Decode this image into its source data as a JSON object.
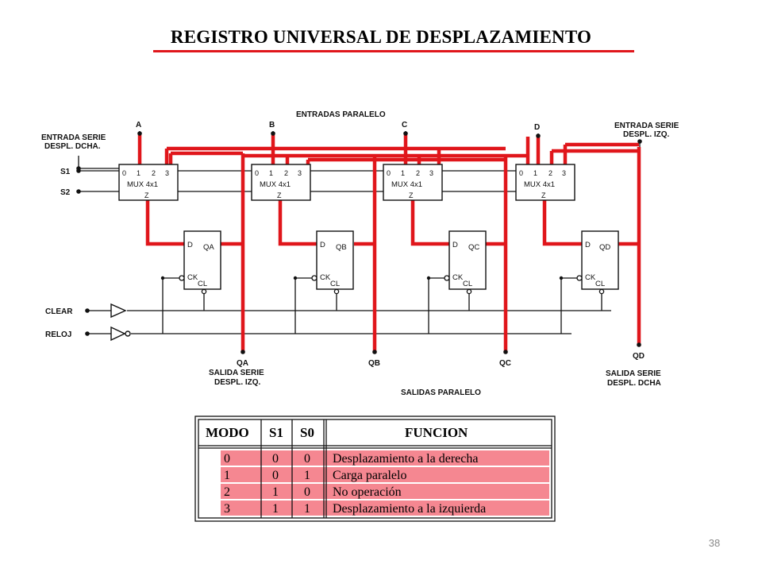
{
  "slide": {
    "title": "REGISTRO UNIVERSAL DE DESPLAZAMIENTO",
    "slide_number": "38",
    "accent_color": "#e0161b"
  },
  "diagram": {
    "parallel_inputs_label": "ENTRADAS PARALELO",
    "parallel_inputs": [
      "A",
      "B",
      "C",
      "D"
    ],
    "serial_right_label": [
      "ENTRADA SERIE",
      "DESPL. DCHA."
    ],
    "serial_left_label": [
      "ENTRADA SERIE",
      "DESPL. IZQ."
    ],
    "select_lines": [
      "S1",
      "S2"
    ],
    "mux": {
      "pins": [
        "0",
        "1",
        "2",
        "3"
      ],
      "name": "MUX 4x1",
      "output": "Z"
    },
    "flipflops": [
      {
        "d": "D",
        "q": "QA",
        "ck": "CK",
        "cl": "CL"
      },
      {
        "d": "D",
        "q": "QB",
        "ck": "CK",
        "cl": "CL"
      },
      {
        "d": "D",
        "q": "QC",
        "ck": "CK",
        "cl": "CL"
      },
      {
        "d": "D",
        "q": "QD",
        "ck": "CK",
        "cl": "CL"
      }
    ],
    "control_inputs": [
      "CLEAR",
      "RELOJ"
    ],
    "outputs": [
      "QA",
      "QB",
      "QC",
      "QD"
    ],
    "output_left_label": [
      "SALIDA SERIE",
      "DESPL. IZQ."
    ],
    "output_right_label": [
      "SALIDA SERIE",
      "DESPL. DCHA"
    ],
    "parallel_outputs_label": "SALIDAS PARALELO"
  },
  "mode_table": {
    "headers": [
      "MODO",
      "S1",
      "S0",
      "FUNCION"
    ],
    "rows": [
      [
        "0",
        "0",
        "0",
        "Desplazamiento a la derecha"
      ],
      [
        "1",
        "0",
        "1",
        "Carga paralelo"
      ],
      [
        "2",
        "1",
        "0",
        "No operación"
      ],
      [
        "3",
        "1",
        "1",
        "Desplazamiento a la izquierda"
      ]
    ],
    "highlight_color": "#f47a85"
  }
}
